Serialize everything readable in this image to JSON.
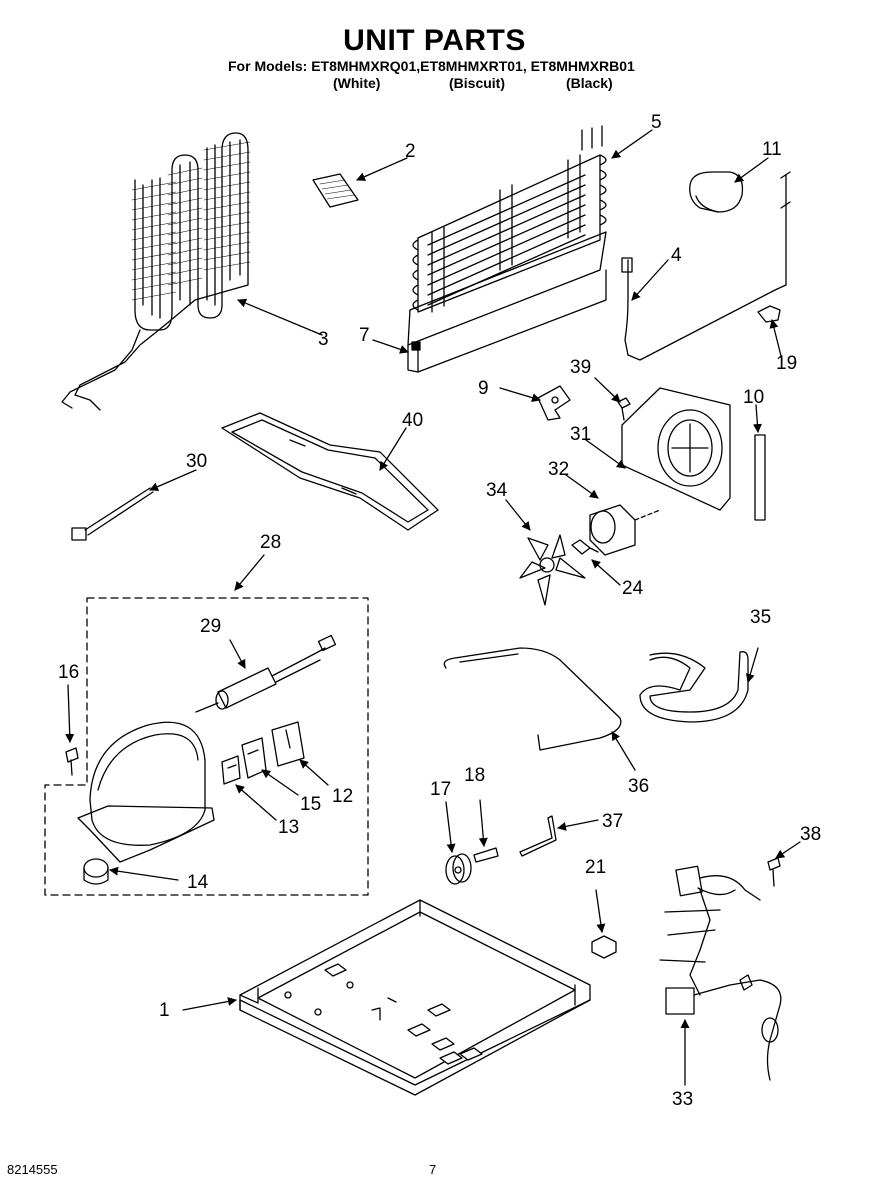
{
  "header": {
    "title": "UNIT PARTS",
    "models_line": "For Models: ET8MHMXRQ01,ET8MHMXRT01, ET8MHMXRB01",
    "colors": [
      "(White)",
      "(Biscuit)",
      "(Black)"
    ]
  },
  "callouts": [
    "1",
    "2",
    "3",
    "4",
    "5",
    "7",
    "9",
    "10",
    "11",
    "12",
    "13",
    "14",
    "15",
    "16",
    "17",
    "18",
    "19",
    "21",
    "24",
    "28",
    "29",
    "30",
    "31",
    "32",
    "33",
    "34",
    "35",
    "36",
    "37",
    "38",
    "39",
    "40"
  ],
  "footer": {
    "doc_number": "8214555",
    "page_number": "7"
  }
}
